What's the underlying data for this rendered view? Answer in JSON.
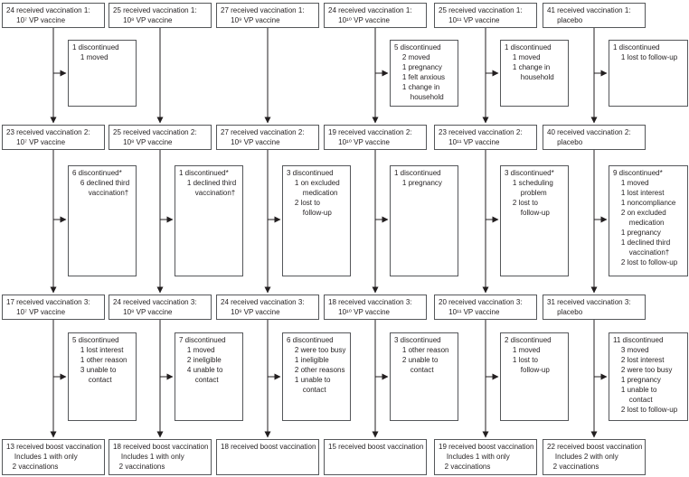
{
  "figure": {
    "kind": "trial-flow-diagram",
    "arms": [
      "10⁷ VP vaccine",
      "10⁸ VP vaccine",
      "10⁹ VP vaccine",
      "10¹⁰ VP vaccine",
      "10¹¹ VP vaccine",
      "placebo"
    ],
    "line_color": "#231f20",
    "border_color": "#55575a"
  },
  "columns": [
    {
      "arm": "10⁷ VP vaccine",
      "vax1": [
        "24 received vaccination 1:",
        "     10⁷ VP vaccine"
      ],
      "drop1": [
        "1 discontinued",
        "    1 moved"
      ],
      "vax2": [
        "23 received vaccination 2:",
        "     10⁷ VP vaccine"
      ],
      "drop2": [
        "6 discontinued*",
        "    6 declined third",
        "        vaccination†"
      ],
      "vax3": [
        "17 received vaccination 3:",
        "     10⁷ VP vaccine"
      ],
      "drop3": [
        "5 discontinued",
        "    1 lost interest",
        "    1 other reason",
        "    3 unable to",
        "        contact"
      ],
      "boost": [
        "13 received boost vaccination",
        "    Includes 1 with only",
        "   2 vaccinations"
      ]
    },
    {
      "arm": "10⁸ VP vaccine",
      "vax1": [
        "25 received vaccination 1:",
        "     10⁸ VP vaccine"
      ],
      "vax2": [
        "25 received vaccination 2:",
        "     10⁸ VP vaccine"
      ],
      "drop2": [
        "1 discontinued*",
        "    1 declined third",
        "        vaccination†"
      ],
      "vax3": [
        "24 received vaccination 3:",
        "     10⁸ VP vaccine"
      ],
      "drop3": [
        "7 discontinued",
        "    1 moved",
        "    2 ineligible",
        "    4 unable to",
        "        contact"
      ],
      "boost": [
        "18 received boost vaccination",
        "    Includes 1 with only",
        "   2 vaccinations"
      ]
    },
    {
      "arm": "10⁹ VP vaccine",
      "vax1": [
        "27 received vaccination 1:",
        "     10⁹ VP vaccine"
      ],
      "vax2": [
        "27 received vaccination 2:",
        "     10⁹ VP vaccine"
      ],
      "drop2": [
        "3 discontinued",
        "    1 on excluded",
        "        medication",
        "    2 lost to",
        "        follow-up"
      ],
      "vax3": [
        "24 received vaccination 3:",
        "     10⁹ VP vaccine"
      ],
      "drop3": [
        "6 discontinued",
        "    2 were too busy",
        "    1 ineligible",
        "    2 other reasons",
        "    1 unable to",
        "        contact"
      ],
      "boost": [
        "18 received boost vaccination"
      ]
    },
    {
      "arm": "10¹⁰ VP vaccine",
      "vax1": [
        "24 received vaccination 1:",
        "     10¹⁰ VP vaccine"
      ],
      "drop1": [
        "5 discontinued",
        "    2 moved",
        "    1 pregnancy",
        "    1 felt anxious",
        "    1 change in",
        "        household"
      ],
      "vax2": [
        "19 received vaccination 2:",
        "     10¹⁰ VP vaccine"
      ],
      "drop2": [
        "1 discontinued",
        "    1 pregnancy"
      ],
      "vax3": [
        "18 received vaccination 3:",
        "     10¹⁰ VP vaccine"
      ],
      "drop3": [
        "3 discontinued",
        "    1 other reason",
        "    2 unable to",
        "        contact"
      ],
      "boost": [
        "15 received boost vaccination"
      ]
    },
    {
      "arm": "10¹¹ VP vaccine",
      "vax1": [
        "25 received vaccination 1:",
        "     10¹¹ VP vaccine"
      ],
      "drop1": [
        "1 discontinued",
        "    1 moved",
        "    1 change in",
        "        household"
      ],
      "vax2": [
        "23 received vaccination 2:",
        "     10¹¹ VP vaccine"
      ],
      "drop2": [
        "3 discontinued*",
        "    1 scheduling",
        "        problem",
        "    2 lost to",
        "        follow-up"
      ],
      "vax3": [
        "20 received vaccination 3:",
        "     10¹¹ VP vaccine"
      ],
      "drop3": [
        "2 discontinued",
        "    1 moved",
        "    1 lost to",
        "        follow-up"
      ],
      "boost": [
        "19 received boost vaccination",
        "    Includes 1 with only",
        "   2 vaccinations"
      ]
    },
    {
      "arm": "placebo",
      "vax1": [
        "41 received vaccination 1:",
        "     placebo"
      ],
      "drop1": [
        "1 discontinued",
        "    1 lost to follow-up"
      ],
      "vax2": [
        "40 received vaccination 2:",
        "     placebo"
      ],
      "drop2": [
        "9 discontinued*",
        "    1 moved",
        "    1 lost interest",
        "    1 noncompliance",
        "    2 on excluded",
        "        medication",
        "    1 pregnancy",
        "    1 declined third",
        "        vaccination†",
        "    2 lost to follow-up"
      ],
      "vax3": [
        "31 received vaccination 3:",
        "     placebo"
      ],
      "drop3": [
        "11 discontinued",
        "    3 moved",
        "    2 lost interest",
        "    2 were too busy",
        "    1 pregnancy",
        "    1 unable to",
        "        contact",
        "    2 lost to follow-up"
      ],
      "boost": [
        "22 received boost vaccination",
        "    Includes 2 with only",
        "   2 vaccinations"
      ]
    }
  ]
}
